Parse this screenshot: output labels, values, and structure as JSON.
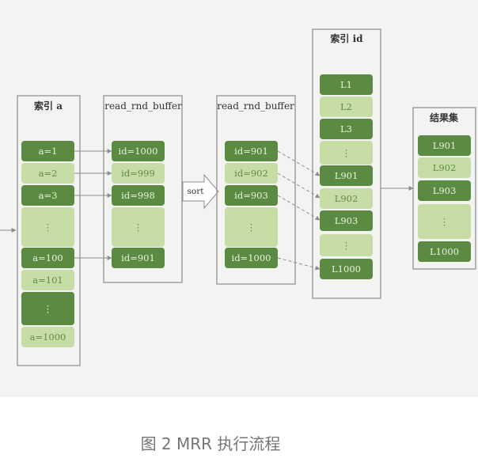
{
  "caption": "图 2 MRR 执行流程",
  "index_a": {
    "title": "索引 a",
    "cells": [
      {
        "label": "a=1",
        "tone": "dark"
      },
      {
        "label": "a=2",
        "tone": "light"
      },
      {
        "label": "a=3",
        "tone": "dark"
      },
      {
        "label": "⋮",
        "tone": "light"
      },
      {
        "label": "a=100",
        "tone": "dark"
      },
      {
        "label": "a=101",
        "tone": "light"
      },
      {
        "label": "⋮",
        "tone": "dark"
      },
      {
        "label": "a=1000",
        "tone": "light"
      }
    ]
  },
  "buffer_unsorted": {
    "title": "read_rnd_buffer",
    "cells": [
      {
        "label": "id=1000",
        "tone": "dark"
      },
      {
        "label": "id=999",
        "tone": "light"
      },
      {
        "label": "id=998",
        "tone": "dark"
      },
      {
        "label": "⋮",
        "tone": "light"
      },
      {
        "label": "id=901",
        "tone": "dark"
      }
    ]
  },
  "sort_label": "sort",
  "buffer_sorted": {
    "title": "read_rnd_buffer",
    "cells": [
      {
        "label": "id=901",
        "tone": "dark"
      },
      {
        "label": "id=902",
        "tone": "light"
      },
      {
        "label": "id=903",
        "tone": "dark"
      },
      {
        "label": "⋮",
        "tone": "light"
      },
      {
        "label": "id=1000",
        "tone": "dark"
      }
    ]
  },
  "index_id": {
    "title": "索引 id",
    "cells": [
      {
        "label": "L1",
        "tone": "dark"
      },
      {
        "label": "L2",
        "tone": "light"
      },
      {
        "label": "L3",
        "tone": "dark"
      },
      {
        "label": "⋮",
        "tone": "light"
      },
      {
        "label": "L901",
        "tone": "dark"
      },
      {
        "label": "L902",
        "tone": "light"
      },
      {
        "label": "L903",
        "tone": "dark"
      },
      {
        "label": "⋮",
        "tone": "light"
      },
      {
        "label": "L1000",
        "tone": "dark"
      }
    ]
  },
  "result_set": {
    "title": "结果集",
    "cells": [
      {
        "label": "L901",
        "tone": "dark"
      },
      {
        "label": "L902",
        "tone": "light"
      },
      {
        "label": "L903",
        "tone": "dark"
      },
      {
        "label": "⋮",
        "tone": "light"
      },
      {
        "label": "L1000",
        "tone": "dark"
      }
    ]
  },
  "colors": {
    "dark_cell": "#5b8a42",
    "light_cell": "#c6dea6",
    "frame": "#9a9a9a",
    "background": "#f3f3f1"
  }
}
